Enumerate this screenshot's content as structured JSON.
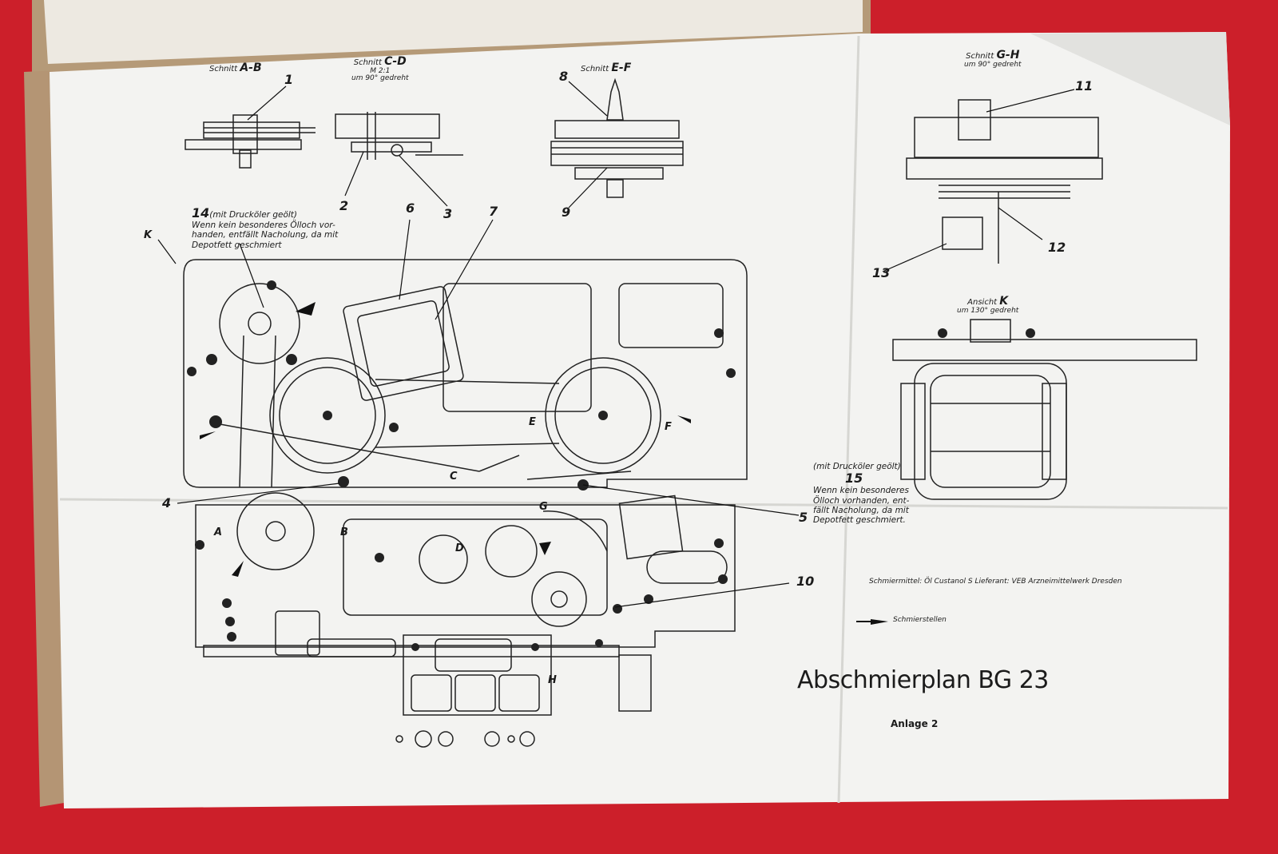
{
  "document": {
    "title": "Abschmierplan BG 23",
    "annex": "Anlage 2",
    "lubricant_note": "Schmiermittel: Öl Custanol S  Lieferant: VEB Arzneimittelwerk Dresden",
    "legend_label": "Schmierstellen"
  },
  "sections": {
    "ab": {
      "prefix": "Schnitt",
      "code": "A-B"
    },
    "cd": {
      "prefix": "Schnitt",
      "code": "C-D",
      "scale": "M 2:1",
      "rotation": "um 90° gedreht"
    },
    "ef": {
      "prefix": "Schnitt",
      "code": "E-F"
    },
    "gh": {
      "prefix": "Schnitt",
      "code": "G-H",
      "rotation": "um 90° gedreht"
    },
    "k": {
      "prefix": "Ansicht",
      "code": "K",
      "rotation": "um 130° gedreht"
    }
  },
  "points": [
    "1",
    "2",
    "3",
    "4",
    "5",
    "6",
    "7",
    "8",
    "9",
    "10",
    "11",
    "12",
    "13",
    "14",
    "15"
  ],
  "notes": {
    "n14_head": "(mit Drucköler geölt)",
    "n14_l1": "Wenn kein besonderes Ölloch vor-",
    "n14_l2": "handen, entfällt Nacholung, da mit",
    "n14_l3": "Depotfett geschmiert",
    "n15_head": "(mit Drucköler geölt)",
    "n15_l1": "Wenn kein besonderes",
    "n15_l2": "Ölloch vorhanden, ent-",
    "n15_l3": "fällt Nacholung, da mit",
    "n15_l4": "Depotfett geschmiert."
  },
  "markers": {
    "a": "A",
    "b": "B",
    "c": "C",
    "d": "D",
    "e": "E",
    "f": "F",
    "g": "G",
    "h": "H",
    "k": "K"
  },
  "colors": {
    "background": "#cc1f2a",
    "paper": "#f4f4f2",
    "ink": "#1b1b1b"
  }
}
